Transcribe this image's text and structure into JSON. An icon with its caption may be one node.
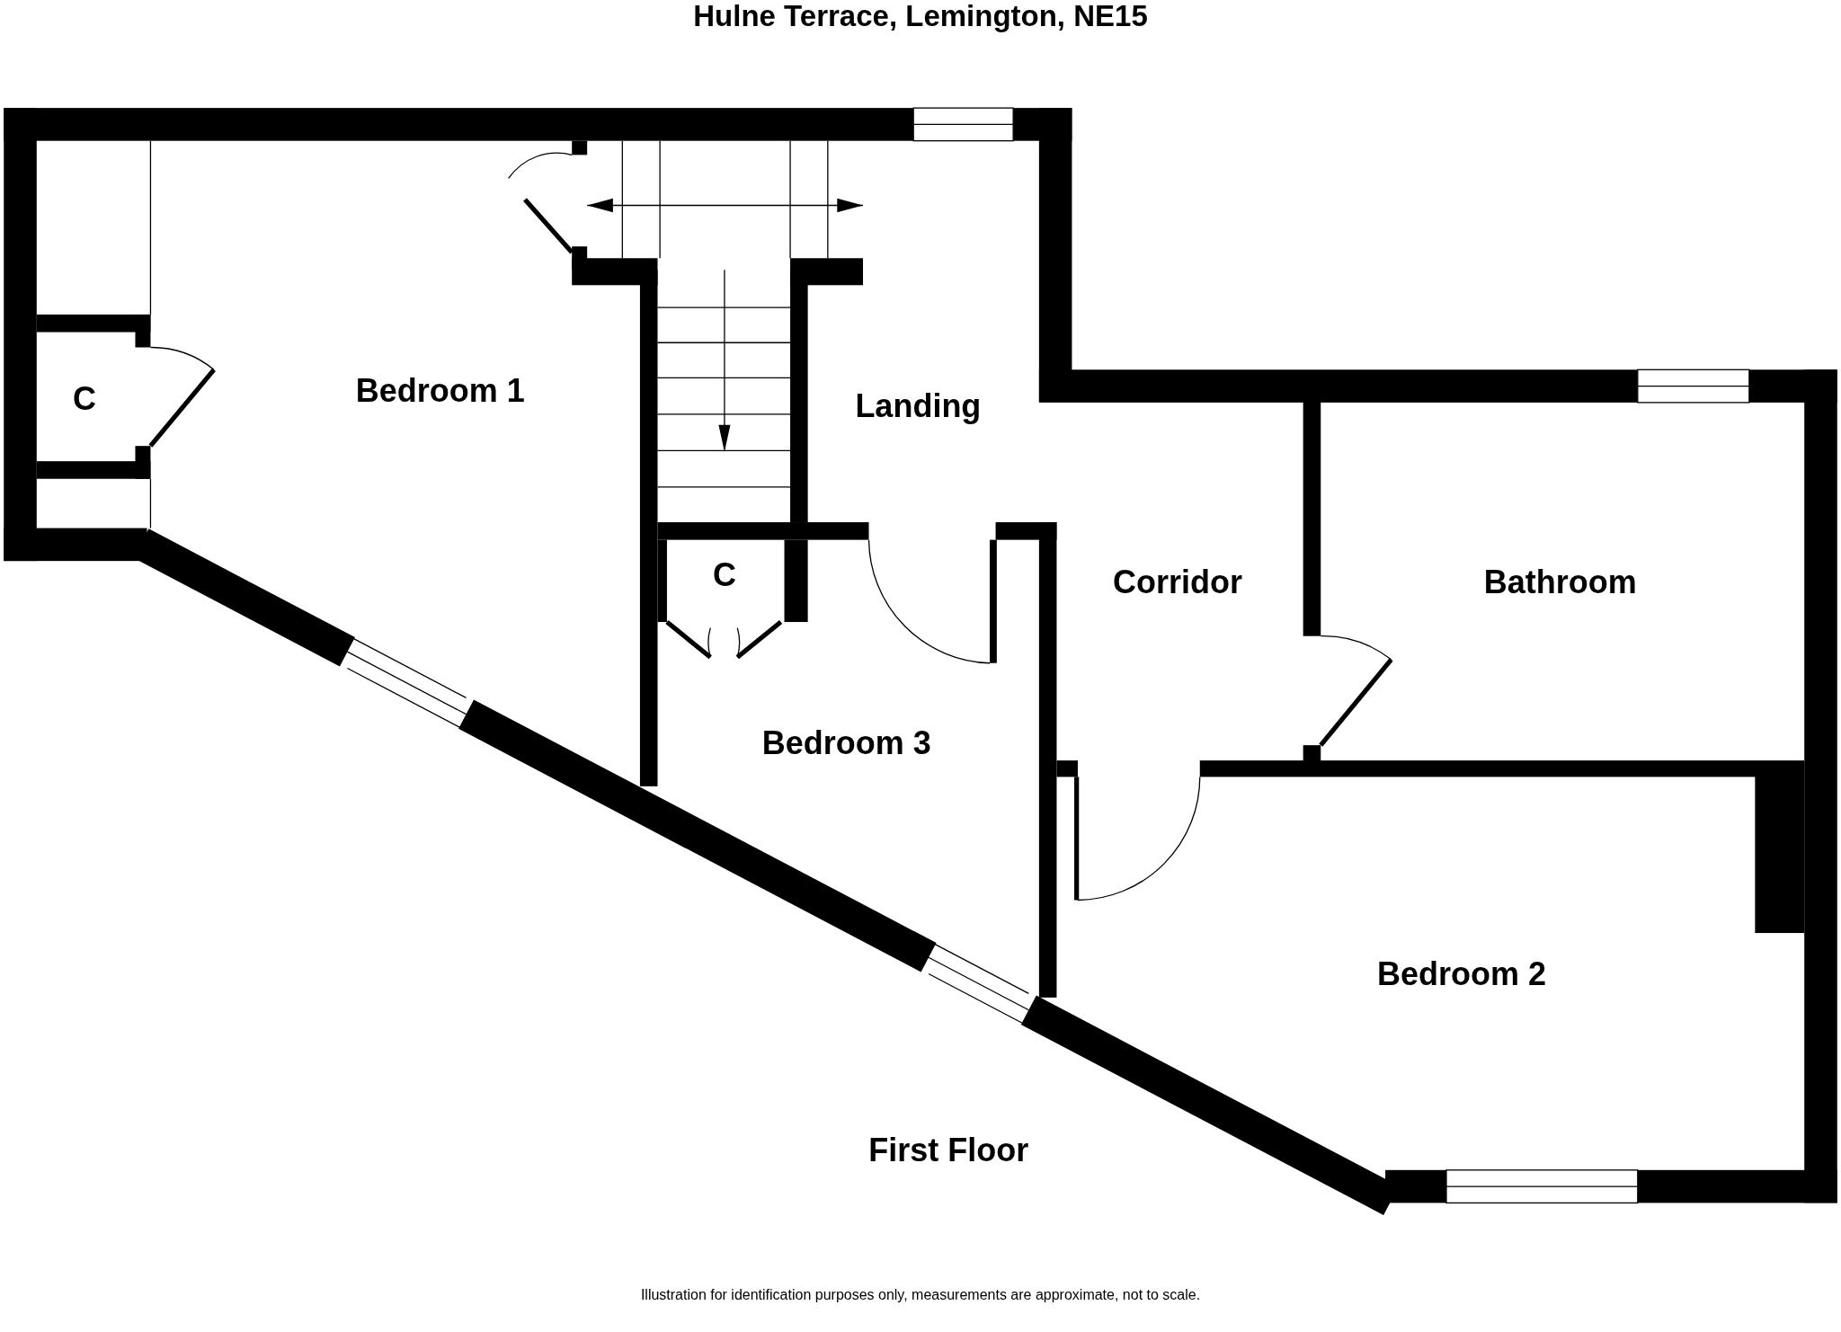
{
  "diagram": {
    "title": "Hulne Terrace, Lemington, NE15",
    "caption": "Illustration for identification purposes only, measurements are approximate, not to scale.",
    "labels": [
      "C",
      "Bedroom 1",
      "Landing",
      "C",
      "Corridor",
      "Bathroom",
      "Bedroom 3",
      "Bedroom 2",
      "First Floor"
    ]
  }
}
